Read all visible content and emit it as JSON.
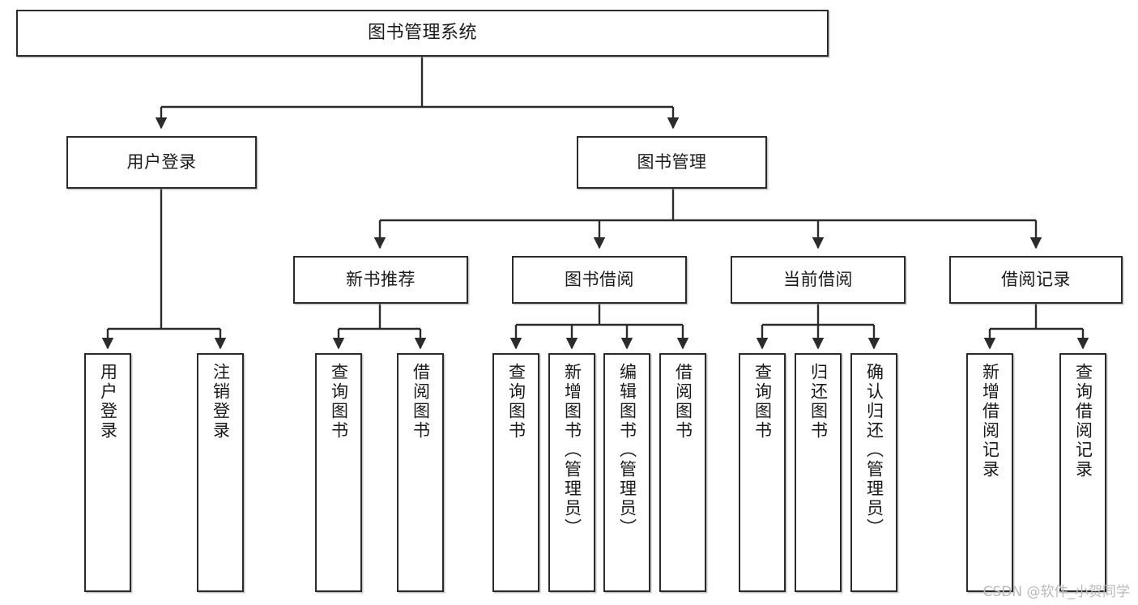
{
  "diagram": {
    "title": "图书管理系统",
    "type": "tree",
    "watermark": "CSDN @软件_小贺同学",
    "colors": {
      "background": "#ffffff",
      "box_fill": "#ffffff",
      "box_stroke": "#2b2b2b",
      "text": "#1a1a1a",
      "connector": "#2b2b2b",
      "watermark": "#b9b9b9"
    },
    "nodes": {
      "root": {
        "label": "图书管理系统"
      },
      "level2": [
        {
          "id": "user-login",
          "label": "用户登录"
        },
        {
          "id": "book-manage",
          "label": "图书管理"
        }
      ],
      "level3": [
        {
          "id": "new-book-recommend",
          "label": "新书推荐"
        },
        {
          "id": "book-borrow",
          "label": "图书借阅"
        },
        {
          "id": "current-borrow",
          "label": "当前借阅"
        },
        {
          "id": "borrow-record",
          "label": "借阅记录"
        }
      ],
      "leaves": [
        {
          "id": "leaf-user-login",
          "label": "用户登录",
          "parent": "user-login"
        },
        {
          "id": "leaf-logout",
          "label": "注销登录",
          "parent": "user-login"
        },
        {
          "id": "leaf-query-book-1",
          "label": "查询图书",
          "parent": "new-book-recommend"
        },
        {
          "id": "leaf-borrow-book-1",
          "label": "借阅图书",
          "parent": "new-book-recommend"
        },
        {
          "id": "leaf-query-book-2",
          "label": "查询图书",
          "parent": "book-borrow"
        },
        {
          "id": "leaf-add-book",
          "label": "新增图书（管理员）",
          "parent": "book-borrow"
        },
        {
          "id": "leaf-edit-book",
          "label": "编辑图书（管理员）",
          "parent": "book-borrow"
        },
        {
          "id": "leaf-borrow-book-2",
          "label": "借阅图书",
          "parent": "book-borrow"
        },
        {
          "id": "leaf-query-book-3",
          "label": "查询图书",
          "parent": "current-borrow"
        },
        {
          "id": "leaf-return-book",
          "label": "归还图书",
          "parent": "current-borrow"
        },
        {
          "id": "leaf-confirm-return",
          "label": "确认归还（管理员）",
          "parent": "current-borrow"
        },
        {
          "id": "leaf-add-record",
          "label": "新增借阅记录",
          "parent": "borrow-record"
        },
        {
          "id": "leaf-query-record",
          "label": "查询借阅记录",
          "parent": "borrow-record"
        }
      ]
    }
  }
}
